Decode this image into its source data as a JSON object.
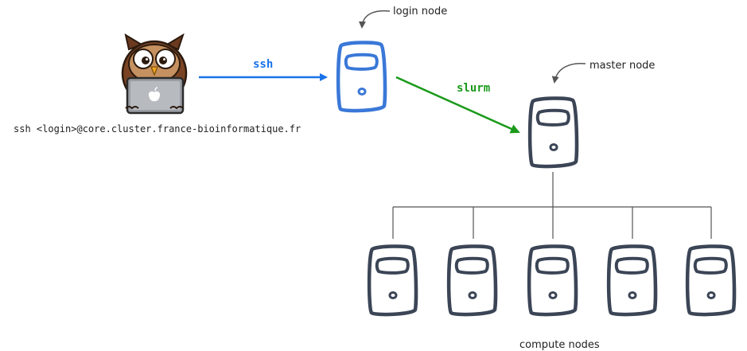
{
  "labels": {
    "login_node": "login node",
    "master_node": "master node",
    "compute_nodes": "compute nodes",
    "ssh_command": "ssh <login>@core.cluster.france-bioinformatique.fr"
  },
  "edges": {
    "ssh": "ssh",
    "slurm": "slurm"
  },
  "colors": {
    "ssh": "#1a73e8",
    "slurm": "#1a9a1a",
    "login_server": "#3a78d8",
    "server": "#3b4556",
    "tree_lines": "#555555",
    "text": "#222222"
  },
  "icons": {
    "user": "owl-laptop-icon",
    "login": "server-icon",
    "master": "server-icon",
    "compute": "server-icon"
  },
  "compute_node_count": 5
}
